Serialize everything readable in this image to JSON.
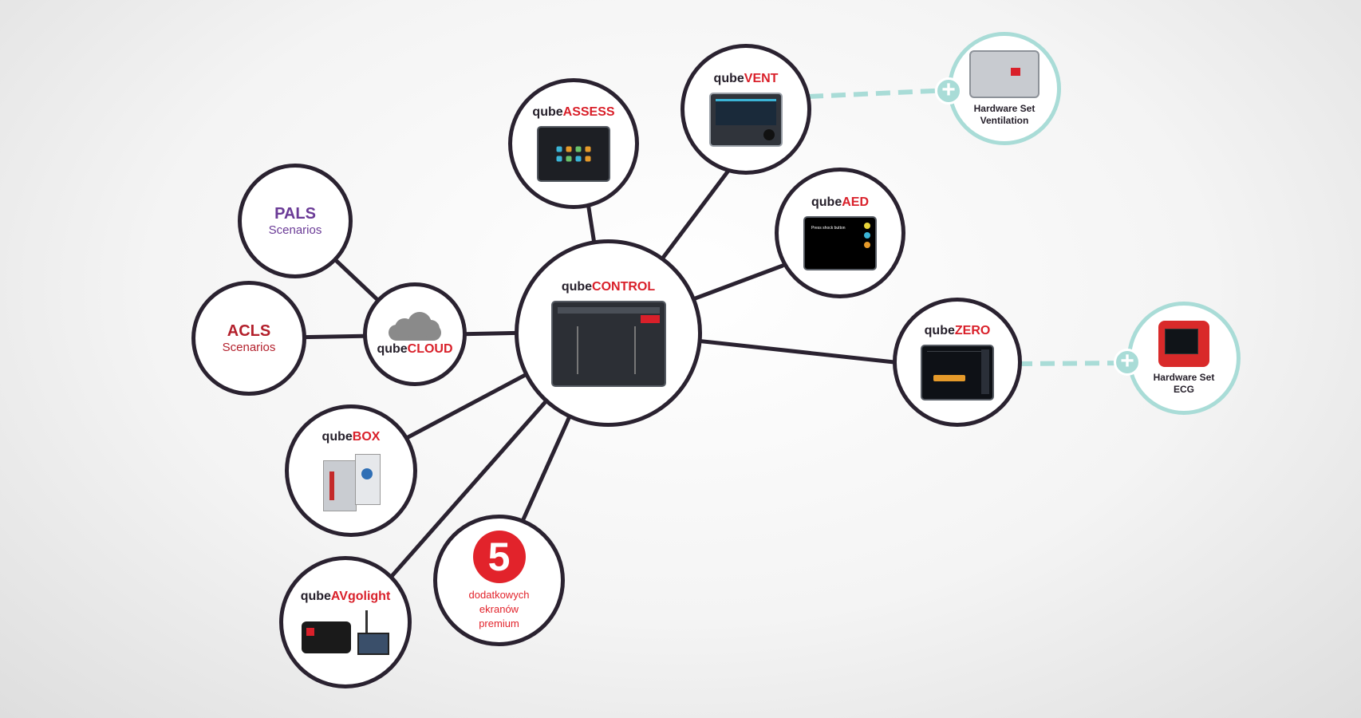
{
  "colors": {
    "ring": "#2a2230",
    "accent": "#d9202a",
    "teal": "#a9dcd7",
    "purple": "#6a3a96",
    "acls_red": "#b3202c"
  },
  "nodes": {
    "control": {
      "prefix": "qube",
      "accent": "CONTROL"
    },
    "assess": {
      "prefix": "qube",
      "accent": "ASSESS"
    },
    "vent": {
      "prefix": "qube",
      "accent": "VENT"
    },
    "aed": {
      "prefix": "qube",
      "accent": "AED",
      "screen_text": "Press shock button"
    },
    "zero": {
      "prefix": "qube",
      "accent": "ZERO"
    },
    "cloud": {
      "prefix": "qube",
      "accent": "CLOUD"
    },
    "box": {
      "prefix": "qube",
      "accent": "BOX"
    },
    "avgolight": {
      "prefix": "qube",
      "accent": "AVgolight"
    },
    "pals": {
      "title": "PALS",
      "subtitle": "Scenarios"
    },
    "acls": {
      "title": "ACLS",
      "subtitle": "Scenarios"
    },
    "premium": {
      "number": "5",
      "line1": "dodatkowych",
      "line2": "ekranów",
      "line3": "premium"
    },
    "hw_vent": {
      "line1": "Hardware Set",
      "line2": "Ventilation"
    },
    "hw_ecg": {
      "line1": "Hardware Set",
      "line2": "ECG"
    }
  },
  "icons": {
    "cloud": "cloud-icon",
    "plus": "plus-icon"
  }
}
